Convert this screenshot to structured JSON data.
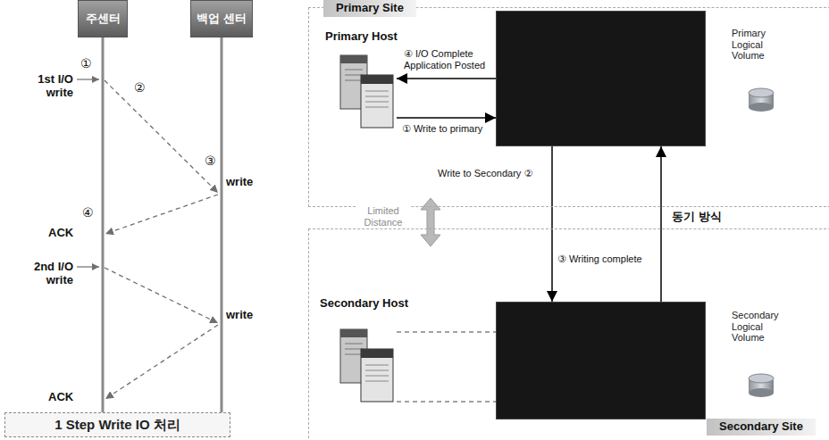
{
  "diagram": {
    "nodes": [
      {
        "text": [
          "주센터"
        ]
      },
      {
        "text": [
          "백업 센터"
        ]
      },
      {
        "text": [
          "1 Step Write IO 처리"
        ]
      },
      {
        "text": [
          "Primary Site"
        ]
      },
      {
        "text": [
          "Primary Host"
        ],
        "in": 3
      },
      {
        "text": [
          "Primary Logical Volume"
        ],
        "in": 3
      },
      {
        "text": [
          "Secondary Site"
        ]
      },
      {
        "text": [
          "Secondary Host"
        ],
        "in": 6
      },
      {
        "text": [
          "Secondary Logical Volume"
        ],
        "in": 6
      }
    ],
    "edges": [
      {
        "from": 4,
        "to": 5,
        "label": "① Write to primary",
        "arrow": "to"
      },
      {
        "from": 5,
        "to": 4,
        "label": "④ I/O Complete Application Posted",
        "arrow": "to"
      },
      {
        "from": 5,
        "to": 8,
        "label": "Write to Secondary ②",
        "arrow": "to"
      },
      {
        "from": 8,
        "to": 5,
        "label": "③ Writing complete",
        "arrow": "to"
      },
      {
        "from": 7,
        "to": 8,
        "arrow": "none"
      },
      {
        "from": 7,
        "to": 8,
        "arrow": "none"
      }
    ],
    "labels": [
      "①",
      "1st I/O write",
      "②",
      "③",
      "write",
      "④",
      "ACK",
      "2nd I/O write",
      "write",
      "ACK",
      "Limited Distance",
      "동기 방식"
    ]
  }
}
